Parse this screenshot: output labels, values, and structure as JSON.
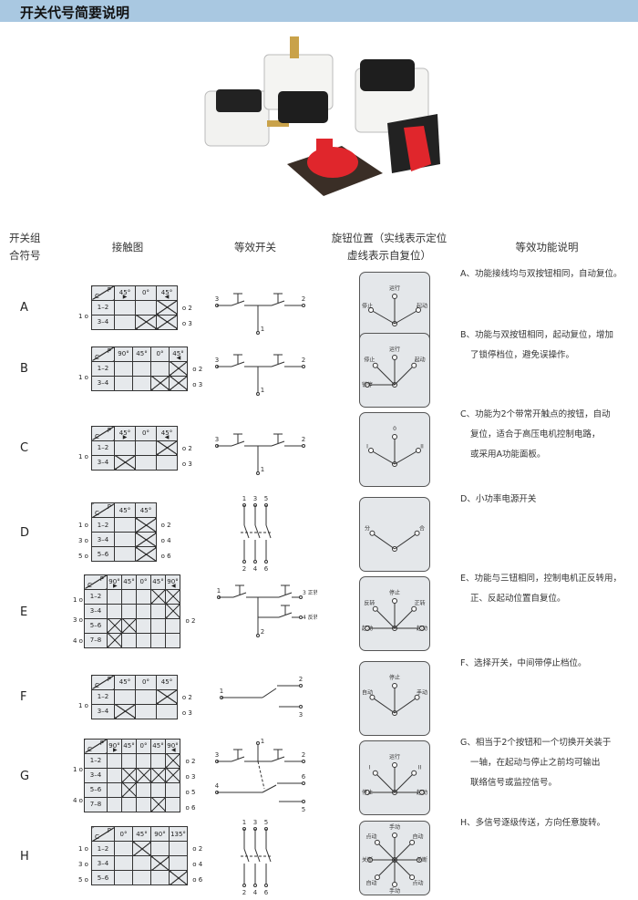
{
  "header": {
    "title": "开关代号简要说明"
  },
  "columns": {
    "code": [
      "开关组",
      "合符号"
    ],
    "contact": "接触图",
    "equiv": "等效开关",
    "knob": [
      "旋钮位置（实线表示定位",
      "虚线表示自复位）"
    ],
    "func": "等效功能说明"
  },
  "rows": [
    {
      "letter": "A",
      "cols": [
        "45°",
        "0°",
        "45°"
      ],
      "arrows": {
        "0": "▶",
        "2": "◀"
      },
      "contacts": [
        {
          "label": "1–2",
          "x": [
            2
          ]
        },
        {
          "label": "3–4",
          "x": [
            1,
            2
          ]
        }
      ],
      "terminals": {
        "left": [
          "1"
        ],
        "right": [
          "2",
          "3"
        ]
      },
      "equiv": {
        "type": "pb2",
        "labels": [
          "3",
          "2",
          "1"
        ]
      },
      "knob": {
        "type": "fan",
        "positions": [
          {
            "label": "停止",
            "angle": -60
          },
          {
            "label": "运行",
            "angle": 0
          },
          {
            "label": "起动",
            "angle": 60
          }
        ]
      },
      "desc": [
        "A、功能接线均与双按钮相同，自动复位。"
      ]
    },
    {
      "letter": "B",
      "cols": [
        "90°",
        "45°",
        "0°",
        "45°"
      ],
      "arrows": {
        "3": "◀"
      },
      "contacts": [
        {
          "label": "1–2",
          "x": [
            3
          ]
        },
        {
          "label": "3–4",
          "x": [
            2,
            3
          ]
        }
      ],
      "terminals": {
        "left": [
          "1"
        ],
        "right": [
          "2",
          "3"
        ]
      },
      "equiv": {
        "type": "pb2",
        "labels": [
          "3",
          "2",
          "1"
        ]
      },
      "knob": {
        "type": "fan",
        "positions": [
          {
            "label": "锁停",
            "angle": -90
          },
          {
            "label": "停止",
            "angle": -45
          },
          {
            "label": "运行",
            "angle": 0
          },
          {
            "label": "起动",
            "angle": 45
          }
        ]
      },
      "desc": [
        "B、功能与双按钮相同，起动复位，增加",
        "了锁停档位，避免误操作。"
      ]
    },
    {
      "letter": "C",
      "cols": [
        "45°",
        "0°",
        "45°"
      ],
      "arrows": {
        "0": "▶",
        "2": "◀"
      },
      "contacts": [
        {
          "label": "1–2",
          "x": [
            2
          ]
        },
        {
          "label": "3–4",
          "x": [
            0
          ]
        }
      ],
      "terminals": {
        "left": [
          "1"
        ],
        "right": [
          "2",
          "3"
        ]
      },
      "equiv": {
        "type": "pb2",
        "labels": [
          "3",
          "2",
          "1"
        ]
      },
      "knob": {
        "type": "fan",
        "positions": [
          {
            "label": "I",
            "angle": -60
          },
          {
            "label": "0",
            "angle": 0
          },
          {
            "label": "II",
            "angle": 60
          }
        ]
      },
      "desc": [
        "C、功能为2个带常开触点的按钮，自动",
        "复位，适合于高压电机控制电路，",
        "或采用A功能面板。"
      ]
    },
    {
      "letter": "D",
      "cols": [
        "45°",
        "45°"
      ],
      "arrows": {},
      "contacts": [
        {
          "label": "1–2",
          "x": [
            1
          ]
        },
        {
          "label": "3–4",
          "x": [
            1
          ]
        },
        {
          "label": "5–6",
          "x": [
            1
          ]
        }
      ],
      "terminals": {
        "left": [
          "1",
          "3",
          "5"
        ],
        "right": [
          "2",
          "4",
          "6"
        ]
      },
      "equiv": {
        "type": "3pole",
        "labels": [
          "1",
          "3",
          "5",
          "2",
          "4",
          "6"
        ]
      },
      "knob": {
        "type": "fan",
        "positions": [
          {
            "label": "分",
            "angle": -55
          },
          {
            "label": "合",
            "angle": 55
          }
        ]
      },
      "desc": [
        "D、小功率电源开关"
      ]
    },
    {
      "letter": "E",
      "cols": [
        "90°",
        "45°",
        "0°",
        "45°",
        "90°"
      ],
      "arrows": {
        "0": "▶",
        "4": "◀"
      },
      "contacts": [
        {
          "label": "1–2",
          "x": [
            3,
            4
          ]
        },
        {
          "label": "3–4",
          "x": [
            4
          ]
        },
        {
          "label": "5–6",
          "x": [
            0,
            1
          ]
        },
        {
          "label": "7–8",
          "x": [
            0
          ]
        }
      ],
      "terminals": {
        "left": [
          "1",
          "3",
          "4"
        ],
        "right": [
          "2"
        ]
      },
      "equiv": {
        "type": "e",
        "labels": [
          "1",
          "3 正转",
          "4 反转",
          "2"
        ]
      },
      "knob": {
        "type": "fan",
        "positions": [
          {
            "label": "起动",
            "angle": -90
          },
          {
            "label": "反转",
            "angle": -45
          },
          {
            "label": "停止",
            "angle": 0
          },
          {
            "label": "正转",
            "angle": 45
          },
          {
            "label": "起动",
            "angle": 90
          }
        ]
      },
      "desc": [
        "E、功能与三钮相同，控制电机正反转用，",
        "正、反起动位置自复位。"
      ]
    },
    {
      "letter": "F",
      "cols": [
        "45°",
        "0°",
        "45°"
      ],
      "arrows": {},
      "contacts": [
        {
          "label": "1–2",
          "x": [
            2
          ]
        },
        {
          "label": "3–4",
          "x": [
            0
          ]
        }
      ],
      "terminals": {
        "left": [
          "1"
        ],
        "right": [
          "2",
          "3"
        ]
      },
      "equiv": {
        "type": "co",
        "labels": [
          "1",
          "2",
          "3"
        ]
      },
      "knob": {
        "type": "fan",
        "positions": [
          {
            "label": "自动",
            "angle": -55
          },
          {
            "label": "停止",
            "angle": 0
          },
          {
            "label": "手动",
            "angle": 55
          }
        ]
      },
      "desc": [
        "F、选择开关，中间带停止档位。"
      ]
    },
    {
      "letter": "G",
      "cols": [
        "90°",
        "45°",
        "0°",
        "45°",
        "90°"
      ],
      "arrows": {
        "0": "▶",
        "4": "◀"
      },
      "contacts": [
        {
          "label": "1–2",
          "x": [
            4
          ]
        },
        {
          "label": "3–4",
          "x": [
            1,
            2,
            3,
            4
          ]
        },
        {
          "label": "5–6",
          "x": [
            1
          ]
        },
        {
          "label": "7–8",
          "x": [
            3
          ]
        }
      ],
      "terminals": {
        "left": [
          "1",
          "4"
        ],
        "right": [
          "2",
          "3",
          "5",
          "6"
        ]
      },
      "equiv": {
        "type": "g",
        "labels": [
          "3",
          "1",
          "2",
          "4",
          "6",
          "5"
        ]
      },
      "knob": {
        "type": "fan",
        "positions": [
          {
            "label": "停止",
            "angle": -90
          },
          {
            "label": "I",
            "angle": -45
          },
          {
            "label": "运行",
            "angle": 0
          },
          {
            "label": "II",
            "angle": 45
          },
          {
            "label": "起动",
            "angle": 90
          }
        ]
      },
      "desc": [
        "G、相当于2个按钮和一个切换开关装于",
        "一轴，在起动与停止之前均可输出",
        "联络信号或监控信号。"
      ]
    },
    {
      "letter": "H",
      "cols": [
        "0°",
        "45°",
        "90°",
        "135°"
      ],
      "arrows": {},
      "contacts": [
        {
          "label": "1–2",
          "x": [
            1
          ]
        },
        {
          "label": "3–4",
          "x": [
            2
          ]
        },
        {
          "label": "5–6",
          "x": [
            3
          ]
        }
      ],
      "terminals": {
        "left": [
          "1",
          "3",
          "5"
        ],
        "right": [
          "2",
          "4",
          "6"
        ]
      },
      "equiv": {
        "type": "3pole",
        "labels": [
          "1",
          "3",
          "5",
          "2",
          "4",
          "6"
        ]
      },
      "knob": {
        "type": "star",
        "positions": [
          {
            "label": "手动",
            "angle": 0
          },
          {
            "label": "自动",
            "angle": 45
          },
          {
            "label": "关断",
            "angle": 90
          },
          {
            "label": "点动",
            "angle": 135
          },
          {
            "label": "手动",
            "angle": 180
          },
          {
            "label": "自动",
            "angle": 225
          },
          {
            "label": "关断",
            "angle": 270
          },
          {
            "label": "点动",
            "angle": 315
          }
        ]
      },
      "desc": [
        "H、多信号逐级传送，方向任意旋转。"
      ]
    }
  ],
  "colors": {
    "header_bar": "#a9c8e1",
    "knob_bg": "#e4e7ea",
    "knob_red": "#e0262c"
  }
}
